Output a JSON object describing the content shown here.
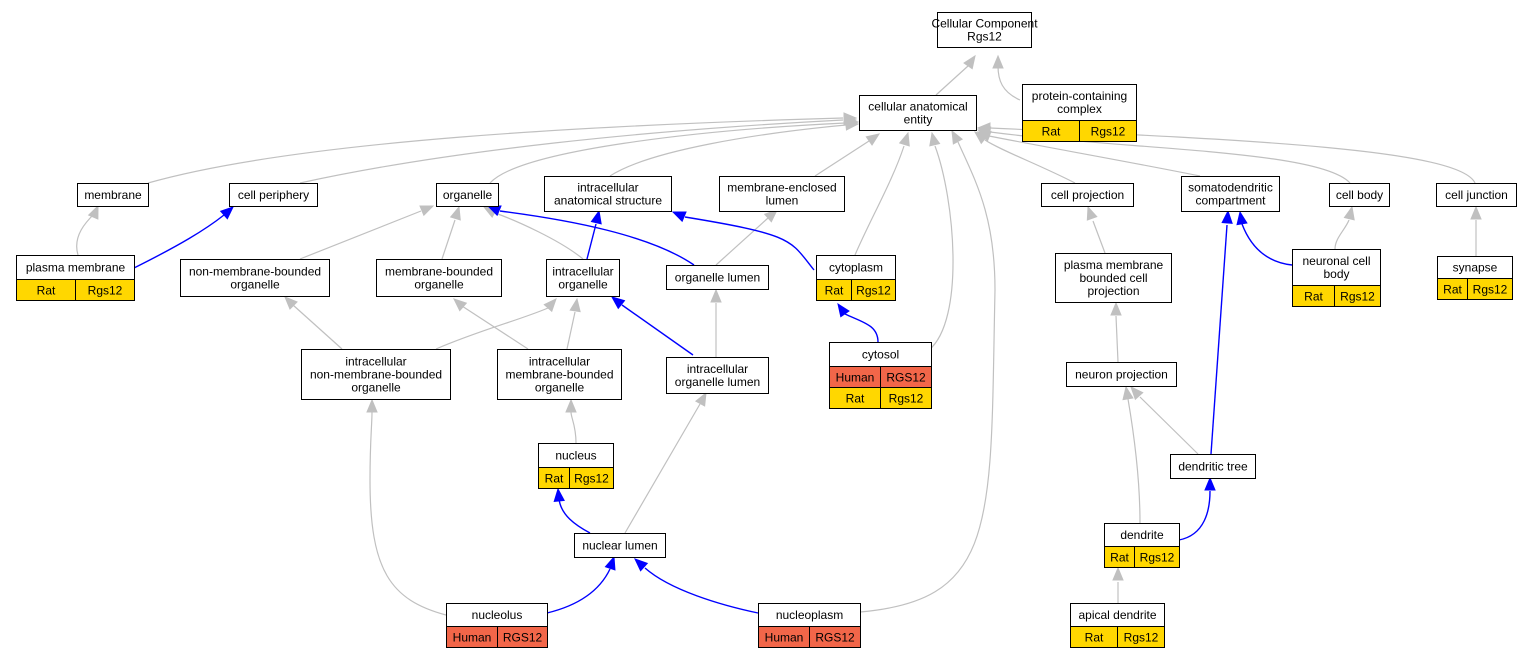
{
  "colors": {
    "rat": "#ffd700",
    "human": "#f26649",
    "edge_is_a": "#c0c0c0",
    "edge_annotated": "#0000ff",
    "node_border": "#000000"
  },
  "nodes": {
    "root": {
      "lines": [
        "Cellular Component",
        "Rgs12"
      ],
      "annotations": []
    },
    "cae": {
      "lines": [
        "cellular anatomical",
        "entity"
      ],
      "annotations": []
    },
    "pcc": {
      "lines": [
        "protein-containing",
        "complex"
      ],
      "annotations": [
        {
          "species": "Rat",
          "gene": "Rgs12"
        }
      ]
    },
    "membrane": {
      "lines": [
        "membrane"
      ],
      "annotations": []
    },
    "cellperiphery": {
      "lines": [
        "cell periphery"
      ],
      "annotations": []
    },
    "organelle": {
      "lines": [
        "organelle"
      ],
      "annotations": []
    },
    "ias": {
      "lines": [
        "intracellular",
        "anatomical structure"
      ],
      "annotations": []
    },
    "mel": {
      "lines": [
        "membrane-enclosed",
        "lumen"
      ],
      "annotations": []
    },
    "cellprojection": {
      "lines": [
        "cell projection"
      ],
      "annotations": []
    },
    "somato": {
      "lines": [
        "somatodendritic",
        "compartment"
      ],
      "annotations": []
    },
    "cellbody": {
      "lines": [
        "cell body"
      ],
      "annotations": []
    },
    "celljunction": {
      "lines": [
        "cell junction"
      ],
      "annotations": []
    },
    "pm": {
      "lines": [
        "plasma membrane"
      ],
      "annotations": [
        {
          "species": "Rat",
          "gene": "Rgs12"
        }
      ]
    },
    "nmbo": {
      "lines": [
        "non-membrane-bounded",
        "organelle"
      ],
      "annotations": []
    },
    "mbo": {
      "lines": [
        "membrane-bounded",
        "organelle"
      ],
      "annotations": []
    },
    "io": {
      "lines": [
        "intracellular",
        "organelle"
      ],
      "annotations": []
    },
    "ol": {
      "lines": [
        "organelle lumen"
      ],
      "annotations": []
    },
    "cytoplasm": {
      "lines": [
        "cytoplasm"
      ],
      "annotations": [
        {
          "species": "Rat",
          "gene": "Rgs12"
        }
      ]
    },
    "pmbcp": {
      "lines": [
        "plasma membrane",
        "bounded cell",
        "projection"
      ],
      "annotations": []
    },
    "ncb": {
      "lines": [
        "neuronal cell",
        "body"
      ],
      "annotations": [
        {
          "species": "Rat",
          "gene": "Rgs12"
        }
      ]
    },
    "synapse": {
      "lines": [
        "synapse"
      ],
      "annotations": [
        {
          "species": "Rat",
          "gene": "Rgs12"
        }
      ]
    },
    "inmbo": {
      "lines": [
        "intracellular",
        "non-membrane-bounded",
        "organelle"
      ],
      "annotations": []
    },
    "imbo": {
      "lines": [
        "intracellular",
        "membrane-bounded",
        "organelle"
      ],
      "annotations": []
    },
    "iol": {
      "lines": [
        "intracellular",
        "organelle lumen"
      ],
      "annotations": []
    },
    "cytosol": {
      "lines": [
        "cytosol"
      ],
      "annotations": [
        {
          "species": "Human",
          "gene": "RGS12"
        },
        {
          "species": "Rat",
          "gene": "Rgs12"
        }
      ]
    },
    "np": {
      "lines": [
        "neuron projection"
      ],
      "annotations": []
    },
    "nucleus": {
      "lines": [
        "nucleus"
      ],
      "annotations": [
        {
          "species": "Rat",
          "gene": "Rgs12"
        }
      ]
    },
    "dt": {
      "lines": [
        "dendritic tree"
      ],
      "annotations": []
    },
    "nl": {
      "lines": [
        "nuclear lumen"
      ],
      "annotations": []
    },
    "dendrite": {
      "lines": [
        "dendrite"
      ],
      "annotations": [
        {
          "species": "Rat",
          "gene": "Rgs12"
        }
      ]
    },
    "nucleolus": {
      "lines": [
        "nucleolus"
      ],
      "annotations": [
        {
          "species": "Human",
          "gene": "RGS12"
        }
      ]
    },
    "nucleoplasm": {
      "lines": [
        "nucleoplasm"
      ],
      "annotations": [
        {
          "species": "Human",
          "gene": "RGS12"
        }
      ]
    },
    "apical": {
      "lines": [
        "apical dendrite"
      ],
      "annotations": [
        {
          "species": "Rat",
          "gene": "Rgs12"
        }
      ]
    }
  },
  "edges": [
    {
      "from": "cae",
      "to": "root",
      "kind": "is_a"
    },
    {
      "from": "pcc",
      "to": "root",
      "kind": "is_a"
    },
    {
      "from": "membrane",
      "to": "cae",
      "kind": "is_a"
    },
    {
      "from": "cellperiphery",
      "to": "cae",
      "kind": "is_a"
    },
    {
      "from": "organelle",
      "to": "cae",
      "kind": "is_a"
    },
    {
      "from": "ias",
      "to": "cae",
      "kind": "is_a"
    },
    {
      "from": "mel",
      "to": "cae",
      "kind": "is_a"
    },
    {
      "from": "cytoplasm",
      "to": "cae",
      "kind": "is_a"
    },
    {
      "from": "cytosol",
      "to": "cae",
      "kind": "is_a"
    },
    {
      "from": "nucleoplasm",
      "to": "cae",
      "kind": "is_a"
    },
    {
      "from": "cellprojection",
      "to": "cae",
      "kind": "is_a"
    },
    {
      "from": "somato",
      "to": "cae",
      "kind": "is_a"
    },
    {
      "from": "cellbody",
      "to": "cae",
      "kind": "is_a"
    },
    {
      "from": "celljunction",
      "to": "cae",
      "kind": "is_a"
    },
    {
      "from": "pm",
      "to": "membrane",
      "kind": "is_a"
    },
    {
      "from": "pm",
      "to": "cellperiphery",
      "kind": "annotated"
    },
    {
      "from": "nmbo",
      "to": "organelle",
      "kind": "is_a"
    },
    {
      "from": "mbo",
      "to": "organelle",
      "kind": "is_a"
    },
    {
      "from": "io",
      "to": "organelle",
      "kind": "is_a"
    },
    {
      "from": "io",
      "to": "ias",
      "kind": "annotated"
    },
    {
      "from": "ol",
      "to": "organelle",
      "kind": "annotated"
    },
    {
      "from": "ol",
      "to": "mel",
      "kind": "is_a"
    },
    {
      "from": "cytoplasm",
      "to": "ias",
      "kind": "annotated"
    },
    {
      "from": "inmbo",
      "to": "nmbo",
      "kind": "is_a"
    },
    {
      "from": "inmbo",
      "to": "io",
      "kind": "is_a"
    },
    {
      "from": "imbo",
      "to": "mbo",
      "kind": "is_a"
    },
    {
      "from": "imbo",
      "to": "io",
      "kind": "is_a"
    },
    {
      "from": "iol",
      "to": "io",
      "kind": "annotated"
    },
    {
      "from": "iol",
      "to": "ol",
      "kind": "is_a"
    },
    {
      "from": "cytosol",
      "to": "cytoplasm",
      "kind": "annotated"
    },
    {
      "from": "nucleus",
      "to": "imbo",
      "kind": "is_a"
    },
    {
      "from": "nl",
      "to": "nucleus",
      "kind": "annotated"
    },
    {
      "from": "nl",
      "to": "iol",
      "kind": "is_a"
    },
    {
      "from": "nucleolus",
      "to": "inmbo",
      "kind": "is_a"
    },
    {
      "from": "nucleolus",
      "to": "nl",
      "kind": "annotated"
    },
    {
      "from": "nucleoplasm",
      "to": "nl",
      "kind": "annotated"
    },
    {
      "from": "pmbcp",
      "to": "cellprojection",
      "kind": "is_a"
    },
    {
      "from": "np",
      "to": "pmbcp",
      "kind": "is_a"
    },
    {
      "from": "dt",
      "to": "np",
      "kind": "is_a"
    },
    {
      "from": "dt",
      "to": "somato",
      "kind": "annotated"
    },
    {
      "from": "dendrite",
      "to": "np",
      "kind": "is_a"
    },
    {
      "from": "dendrite",
      "to": "dt",
      "kind": "annotated"
    },
    {
      "from": "apical",
      "to": "dendrite",
      "kind": "is_a"
    },
    {
      "from": "ncb",
      "to": "cellbody",
      "kind": "is_a"
    },
    {
      "from": "ncb",
      "to": "somato",
      "kind": "annotated"
    },
    {
      "from": "synapse",
      "to": "celljunction",
      "kind": "is_a"
    }
  ]
}
